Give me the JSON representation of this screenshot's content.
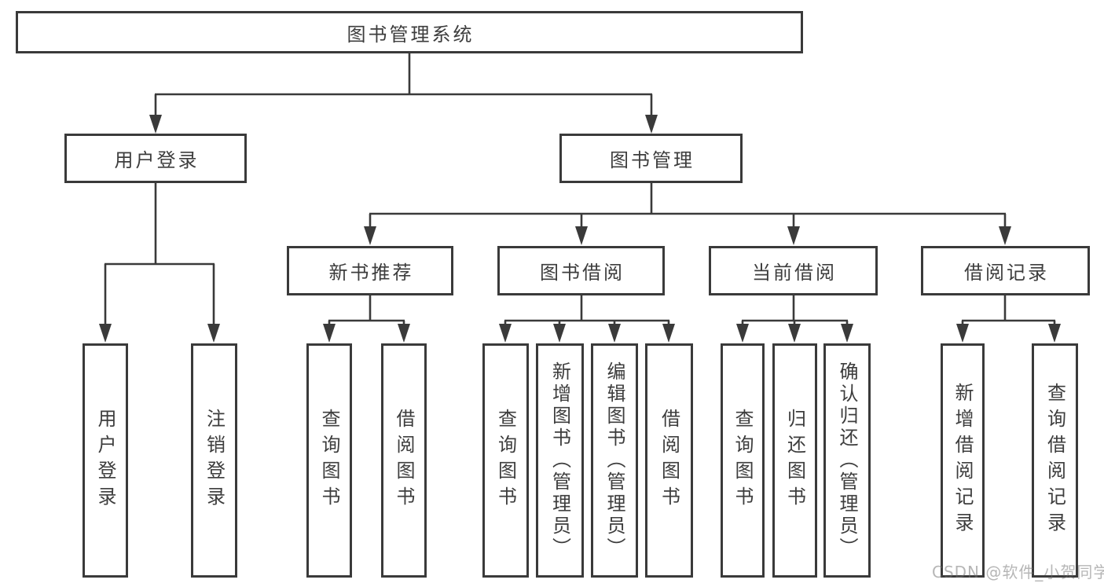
{
  "watermark": "CSDN @软件_小贺同学",
  "colors": {
    "line": "#3a3a3a",
    "text": "#3d3d3d",
    "background": "#ffffff",
    "watermark_gray": "#b9b9b9"
  },
  "tree": {
    "label": "图书管理系统",
    "children": [
      {
        "label": "用户登录",
        "children": [
          {
            "label": "用户登录"
          },
          {
            "label": "注销登录"
          }
        ]
      },
      {
        "label": "图书管理",
        "children": [
          {
            "label": "新书推荐",
            "children": [
              {
                "label": "查询图书"
              },
              {
                "label": "借阅图书"
              }
            ]
          },
          {
            "label": "图书借阅",
            "children": [
              {
                "label": "查询图书"
              },
              {
                "label": "新增图书（管理员）"
              },
              {
                "label": "编辑图书（管理员）"
              },
              {
                "label": "借阅图书"
              }
            ]
          },
          {
            "label": "当前借阅",
            "children": [
              {
                "label": "查询图书"
              },
              {
                "label": "归还图书"
              },
              {
                "label": "确认归还（管理员）"
              }
            ]
          },
          {
            "label": "借阅记录",
            "children": [
              {
                "label": "新增借阅记录"
              },
              {
                "label": "查询借阅记录"
              }
            ]
          }
        ]
      }
    ]
  }
}
